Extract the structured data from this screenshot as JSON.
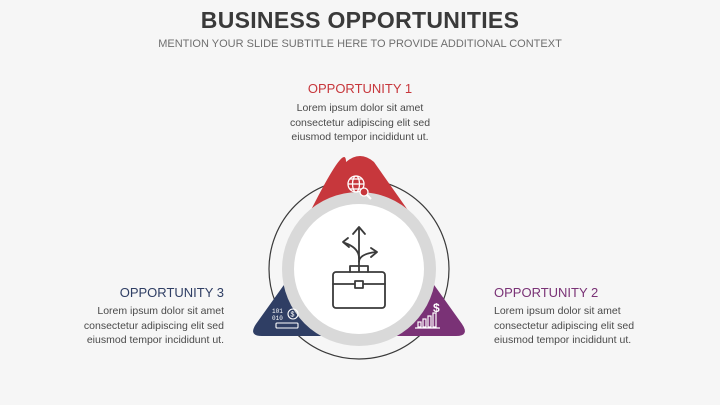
{
  "slide": {
    "title": "BUSINESS OPPORTUNITIES",
    "subtitle": "MENTION YOUR SLIDE SUBTITLE HERE TO PROVIDE ADDITIONAL CONTEXT"
  },
  "opportunities": [
    {
      "title": "OPPORTUNITY 1",
      "lines": [
        "Lorem ipsum dolor sit amet",
        "consectetur adipiscing elit sed",
        "eiusmod tempor incididunt ut."
      ],
      "color": "#c7373c",
      "icon": "globe-search-icon"
    },
    {
      "title": "OPPORTUNITY 2",
      "lines": [
        "Lorem ipsum dolor sit amet",
        "consectetur adipiscing elit sed",
        "eiusmod tempor incididunt ut."
      ],
      "color": "#7a3276",
      "icon": "dollar-growth-chart-icon"
    },
    {
      "title": "OPPORTUNITY 3",
      "lines": [
        "Lorem ipsum dolor sit amet",
        "consectetur adipiscing elit sed",
        "eiusmod tempor incididunt ut."
      ],
      "color": "#2f3e64",
      "icon": "binary-coin-stack-icon"
    }
  ],
  "center_icon": "briefcase-arrows-icon"
}
